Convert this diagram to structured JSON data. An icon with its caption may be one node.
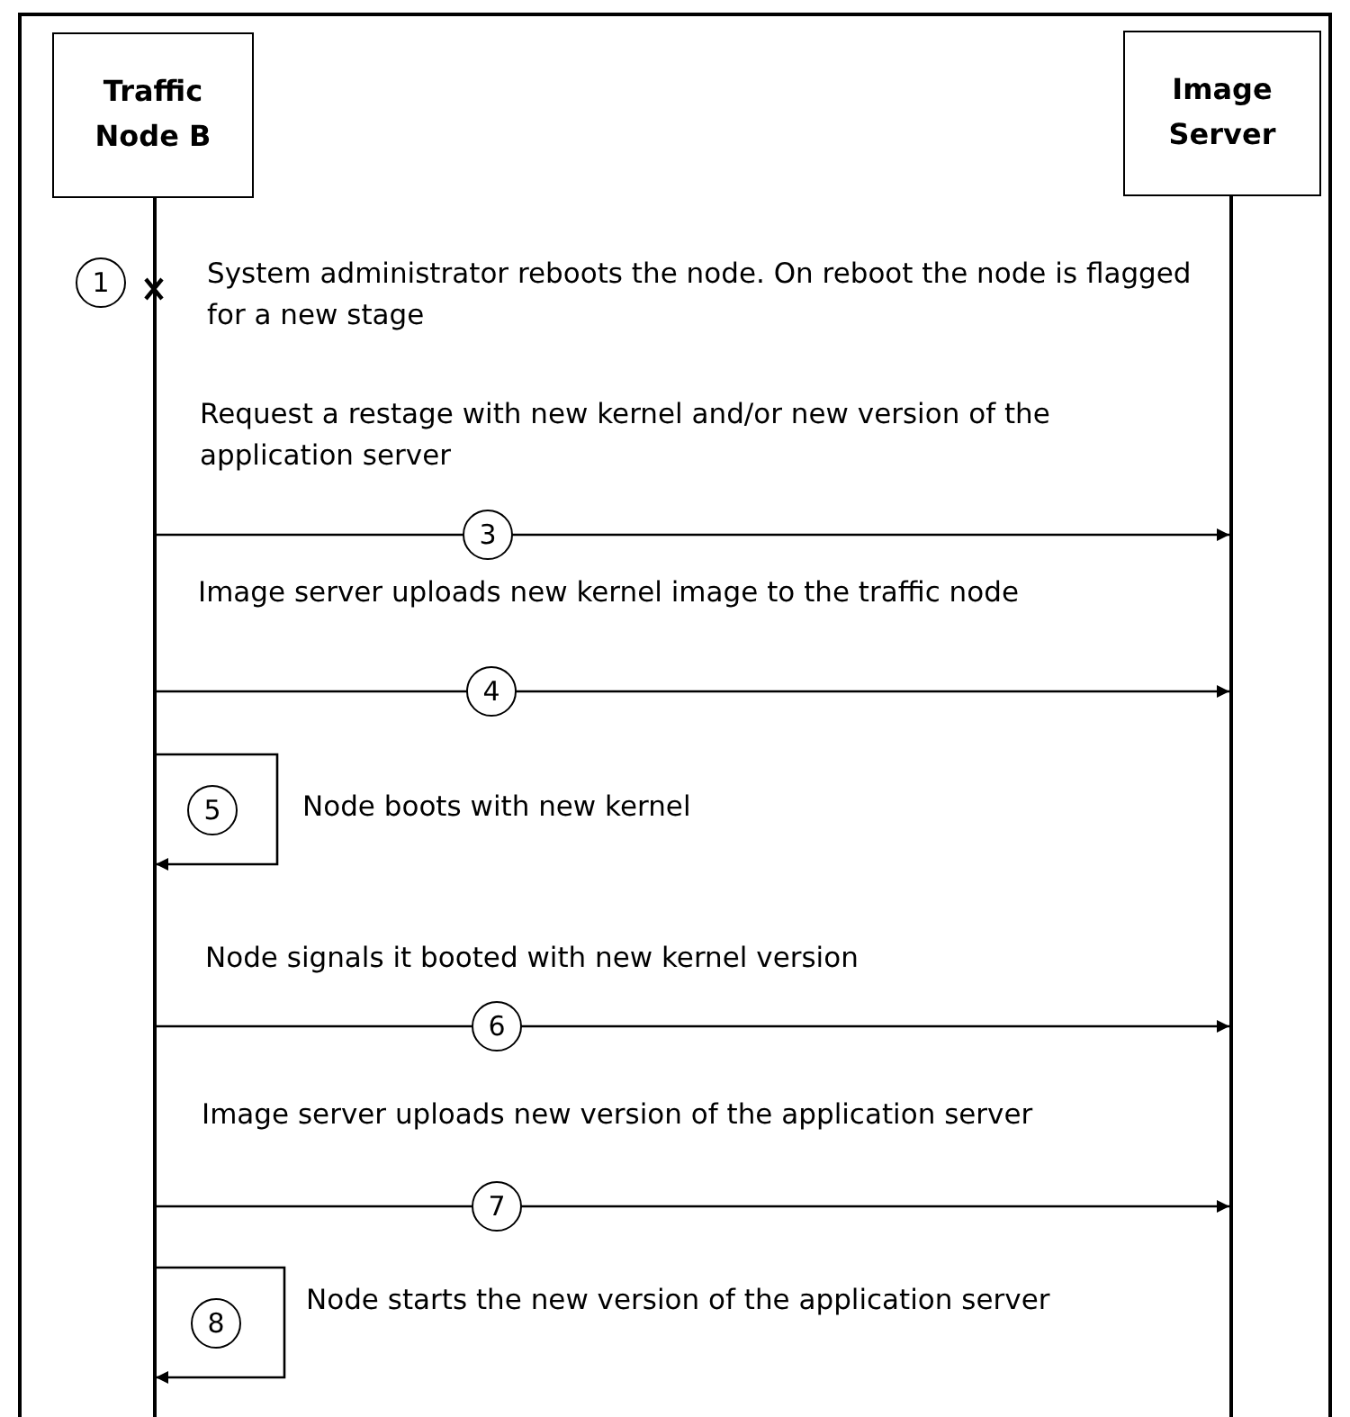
{
  "diagram": {
    "nodes": [
      {
        "text": [
          "Traffic Node B"
        ]
      },
      {
        "text": [
          "Image Server"
        ]
      },
      {
        "text": [],
        "shape": "bar"
      },
      {
        "text": [],
        "shape": "bar"
      }
    ],
    "edges": [
      {
        "from": 2,
        "to": 3,
        "arrow": "to",
        "label": "3"
      },
      {
        "from": 2,
        "to": 3,
        "arrow": "to",
        "label": "4"
      },
      {
        "from": 2,
        "to": 2,
        "arrow": "to",
        "label": "5"
      },
      {
        "from": 2,
        "to": 3,
        "arrow": "to",
        "label": "6"
      },
      {
        "from": 2,
        "to": 3,
        "arrow": "to",
        "label": "7"
      },
      {
        "from": 2,
        "to": 2,
        "arrow": "to",
        "label": "8"
      }
    ],
    "labels": [
      "1",
      "System administrator reboots the node. On reboot the node is flagged for a new stage",
      "Request  a restage with new kernel and/or new version of the application server",
      "Image server uploads new kernel image to the traffic node",
      "Node boots with new kernel",
      "Node signals it booted with new kernel version",
      "Image server uploads new version of the application server",
      "Node starts the new version of the application server"
    ]
  }
}
